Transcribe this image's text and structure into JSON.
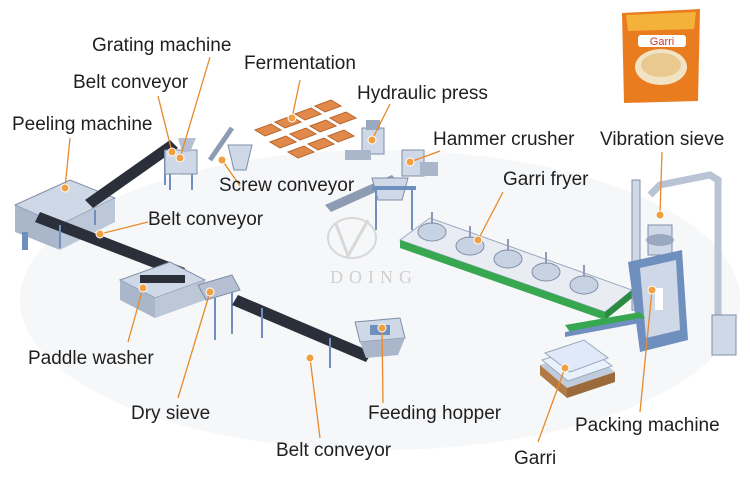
{
  "diagram": {
    "labels": {
      "grating_machine": "Grating machine",
      "belt_conveyor_top": "Belt conveyor",
      "fermentation": "Fermentation",
      "hydraulic_press": "Hydraulic press",
      "peeling_machine": "Peeling machine",
      "hammer_crusher": "Hammer crusher",
      "vibration_sieve": "Vibration sieve",
      "screw_conveyor": "Screw conveyor",
      "garri_fryer": "Garri fryer",
      "belt_conveyor_mid": "Belt conveyor",
      "paddle_washer": "Paddle washer",
      "dry_sieve": "Dry sieve",
      "feeding_hopper": "Feeding hopper",
      "belt_conveyor_bottom": "Belt conveyor",
      "garri": "Garri",
      "packing_machine": "Packing machine"
    },
    "watermark": "DOING",
    "package": {
      "brand": "Garri"
    },
    "colors": {
      "leader": "#e8892a",
      "dot": "#f0a040",
      "conveyor": "#2a2f3a",
      "frame": "#6f8fbf",
      "machine": "#cfd8e6",
      "fryer_trough": "#37a84f",
      "bag": "#e87c1f",
      "label_text": "#1f1f1f"
    }
  }
}
